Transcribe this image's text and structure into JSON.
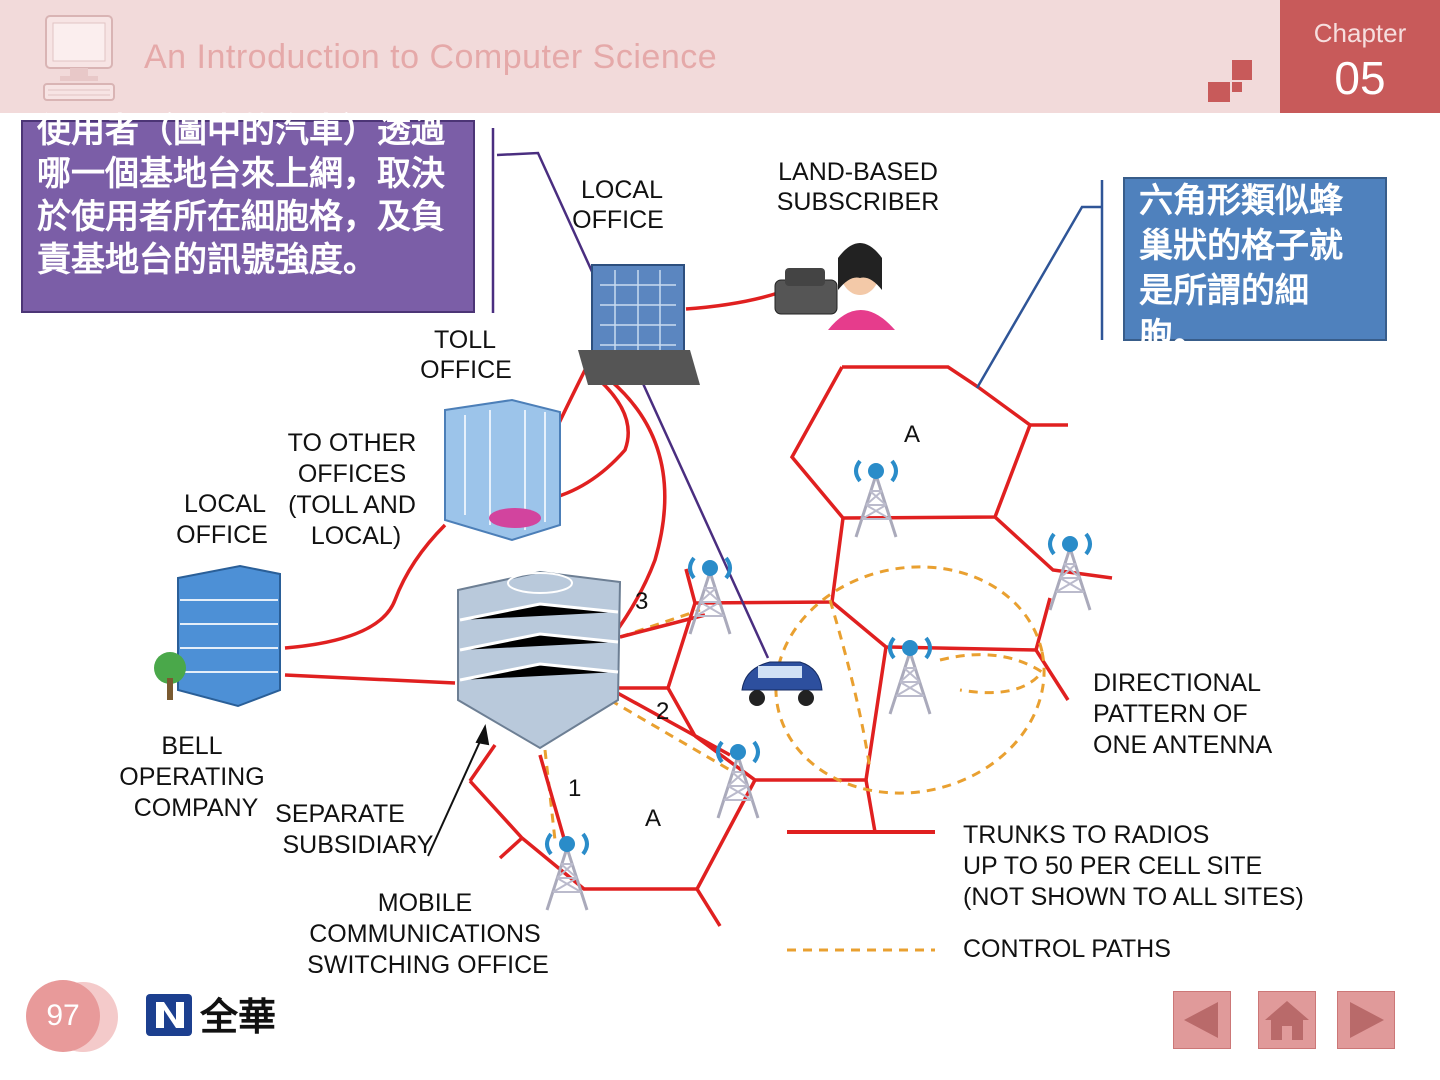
{
  "header": {
    "course_title": "An Introduction to Computer Science",
    "chapter_label": "Chapter",
    "chapter_number": "05"
  },
  "callouts": {
    "left": "使用者（圖中的汽車）透過哪一個基地台來上網，取決於使用者所在細胞格，及負責基地台的訊號強度。",
    "right": "六角形類似蜂巢狀的格子就是所謂的細胞。"
  },
  "diagram": {
    "labels": {
      "local_office_top": [
        "LOCAL",
        "OFFICE"
      ],
      "land_based": [
        "LAND-BASED",
        "SUBSCRIBER"
      ],
      "toll_office": [
        "TOLL",
        "OFFICE"
      ],
      "to_other_offices": [
        "TO OTHER",
        "OFFICES",
        "(TOLL AND",
        "LOCAL)"
      ],
      "local_office_left": [
        "LOCAL",
        "OFFICE"
      ],
      "bell": [
        "BELL",
        "OPERATING",
        "COMPANY"
      ],
      "separate": [
        "SEPARATE",
        "SUBSIDIARY"
      ],
      "mobile": [
        "MOBILE",
        "COMMUNICATIONS",
        "SWITCHING OFFICE"
      ],
      "directional": [
        "DIRECTIONAL",
        "PATTERN OF",
        "ONE ANTENNA"
      ],
      "cell_a_top": "A",
      "cell_a_bottom": "A",
      "path_1": "1",
      "path_2": "2",
      "path_3": "3"
    },
    "legend": {
      "trunks": [
        "TRUNKS TO RADIOS",
        "UP TO 50 PER CELL SITE",
        "(NOT SHOWN TO ALL SITES)"
      ],
      "control": "CONTROL PATHS"
    },
    "colors": {
      "trunk_line": "#e02020",
      "control_path": "#e9a030",
      "pointer_line": "#4a2e80"
    }
  },
  "footer": {
    "page_number": "97",
    "publisher_logo": "全華"
  },
  "nav": {
    "prev_icon": "left-arrow-icon",
    "home_icon": "home-icon",
    "next_icon": "right-arrow-icon"
  }
}
